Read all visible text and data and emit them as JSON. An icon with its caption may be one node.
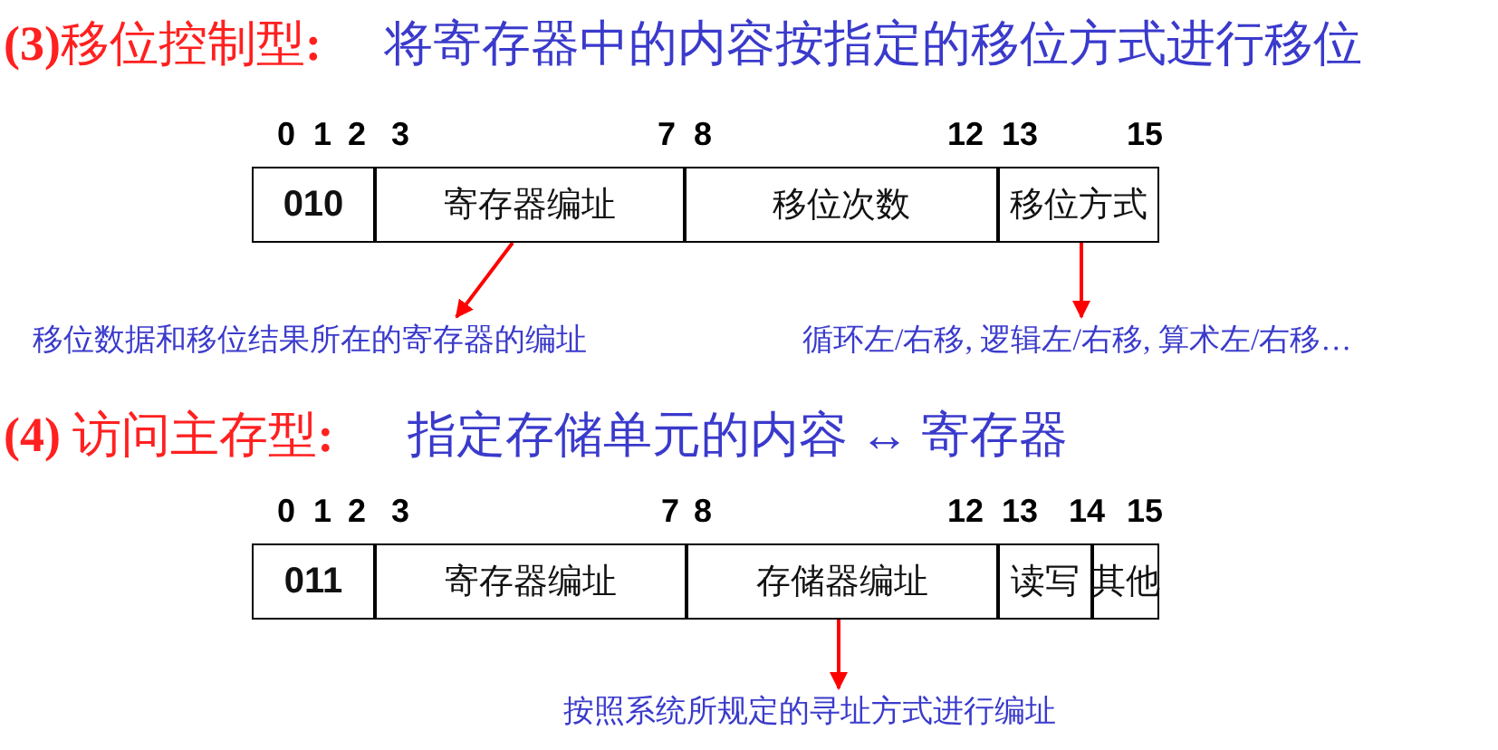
{
  "diagram": {
    "nodes": [
      {
        "text": [
          "010"
        ]
      },
      {
        "text": [
          "寄存器编址"
        ]
      },
      {
        "text": [
          "移位次数"
        ]
      },
      {
        "text": [
          "移位方式"
        ]
      },
      {
        "text": [
          "移位数据和移位结果所在的寄存器的编址"
        ]
      },
      {
        "text": [
          "循环左/右移, 逻辑左/右移, 算术左/右移…"
        ]
      },
      {
        "text": [
          "011"
        ]
      },
      {
        "text": [
          "寄存器编址"
        ]
      },
      {
        "text": [
          "存储器编址"
        ]
      },
      {
        "text": [
          "读写"
        ]
      },
      {
        "text": [
          "其他"
        ]
      },
      {
        "text": [
          "按照系统所规定的寻址方式进行编址"
        ]
      }
    ],
    "edges": [
      {
        "from": 1,
        "to": 4,
        "arrow": "to"
      },
      {
        "from": 3,
        "to": 5,
        "arrow": "to"
      },
      {
        "from": 8,
        "to": 11,
        "arrow": "to"
      }
    ],
    "labels": [
      "**(3)**移位控制型**:**",
      "将寄存器中的内容按指定的移位方式进行移位",
      "0",
      "1",
      "2",
      "3",
      "7",
      "8",
      "12",
      "13",
      "15",
      "**(4)** 访问主存型**:**",
      "指定存储单元的内容 ↔ 寄存器",
      "0",
      "1",
      "2",
      "3",
      "7",
      "8",
      "12",
      "13",
      "14",
      "15"
    ]
  }
}
